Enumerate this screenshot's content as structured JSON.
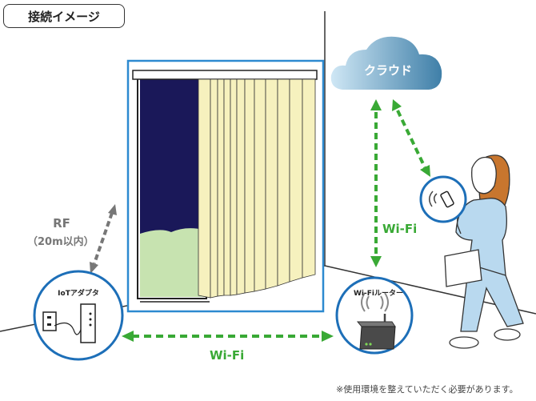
{
  "title": "接続イメージ",
  "cloud_label": "クラウド",
  "rf_label": "RF",
  "rf_range": "（20m以内）",
  "wifi_vertical_label": "Wi-Fi",
  "wifi_horizontal_label": "Wi-Fi",
  "adapter_label": "IoTアダプタ",
  "router_label": "Wi-Fiルーター",
  "footnote": "※使用環境を整えていただく必要があります。",
  "colors": {
    "wifi_arrow": "#39a935",
    "rf_arrow": "#777777",
    "circle_border": "#1d6fb8",
    "window_frame": "#2d8ad0",
    "curtain": "#f6f1be",
    "night_sky": "#1a1859",
    "cloud": "#8ec6e4",
    "person_clothes": "#b9d9ef",
    "hair": "#c8762e"
  },
  "icons": [
    "cloud-icon",
    "iot-adapter-icon",
    "router-icon",
    "smartphone-icon",
    "person-figure",
    "curtain-window-figure"
  ]
}
